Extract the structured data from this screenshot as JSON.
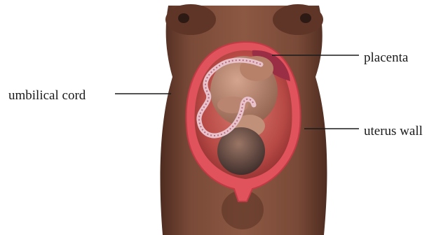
{
  "labels": {
    "placenta": "placenta",
    "umbilical_cord": "umbilical cord",
    "uterus_wall": "uterus wall"
  },
  "colors": {
    "skin": "#7a4a38",
    "skin_dark": "#4e2c20",
    "uterus_wall": "#e0525c",
    "interior": "#b84a45",
    "fetus": "#a8745f",
    "cord": "#f2d7de",
    "leader_line": "#1a1a1a"
  }
}
